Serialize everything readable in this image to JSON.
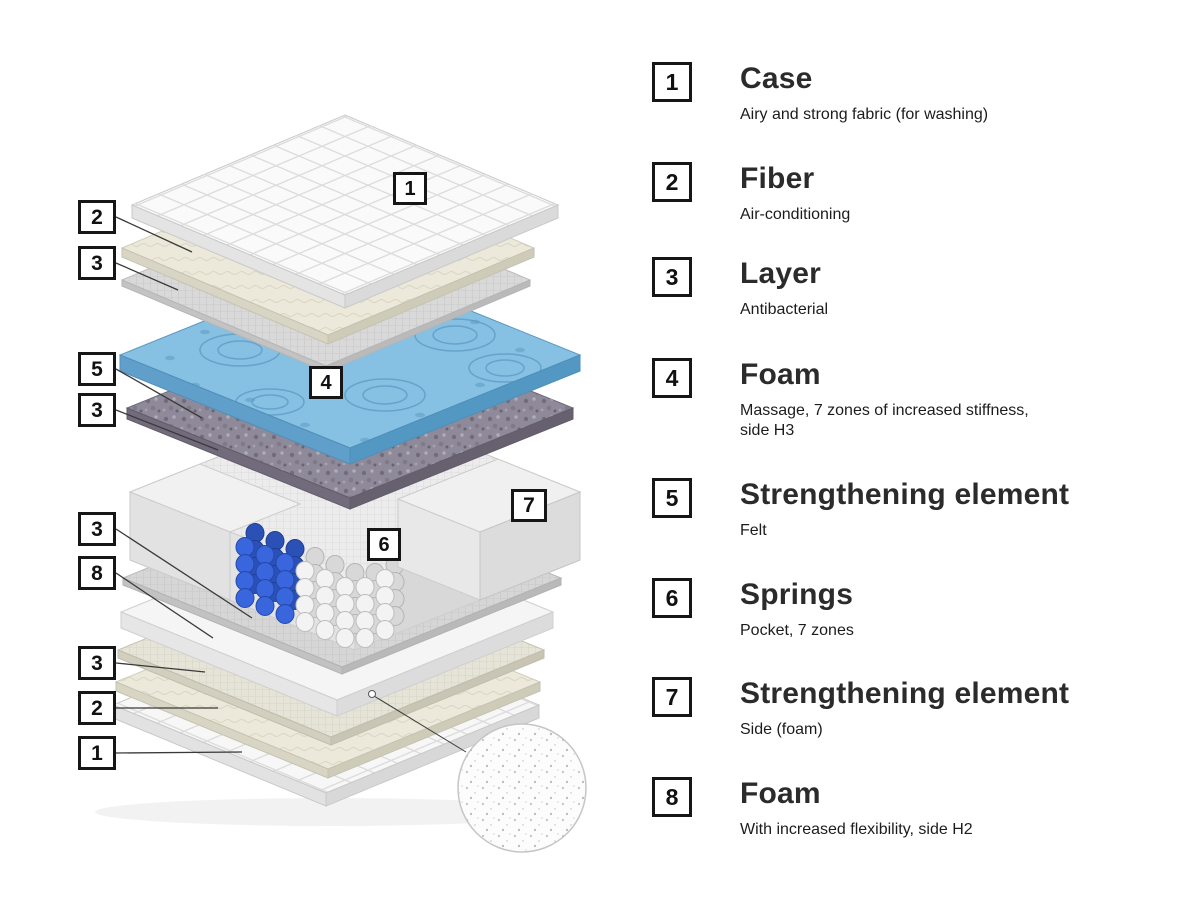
{
  "diagram": {
    "callouts": [
      {
        "label": "2"
      },
      {
        "label": "3"
      },
      {
        "label": "5"
      },
      {
        "label": "3"
      },
      {
        "label": "3"
      },
      {
        "label": "8"
      },
      {
        "label": "3"
      },
      {
        "label": "2"
      },
      {
        "label": "1"
      },
      {
        "label": "1"
      },
      {
        "label": "4"
      },
      {
        "label": "7"
      },
      {
        "label": "6"
      }
    ]
  },
  "legend": {
    "items": [
      {
        "number": "1",
        "title": "Case",
        "description": "Airy and strong fabric (for washing)"
      },
      {
        "number": "2",
        "title": "Fiber",
        "description": "Air-conditioning"
      },
      {
        "number": "3",
        "title": "Layer",
        "description": "Antibacterial"
      },
      {
        "number": "4",
        "title": "Foam",
        "description": "Massage, 7 zones of increased stiffness,\nside H3"
      },
      {
        "number": "5",
        "title": "Strengthening element",
        "description": "Felt"
      },
      {
        "number": "6",
        "title": "Springs",
        "description": "Pocket, 7 zones"
      },
      {
        "number": "7",
        "title": "Strengthening element",
        "description": "Side (foam)"
      },
      {
        "number": "8",
        "title": "Foam",
        "description": "With increased flexibility, side H2"
      }
    ]
  }
}
